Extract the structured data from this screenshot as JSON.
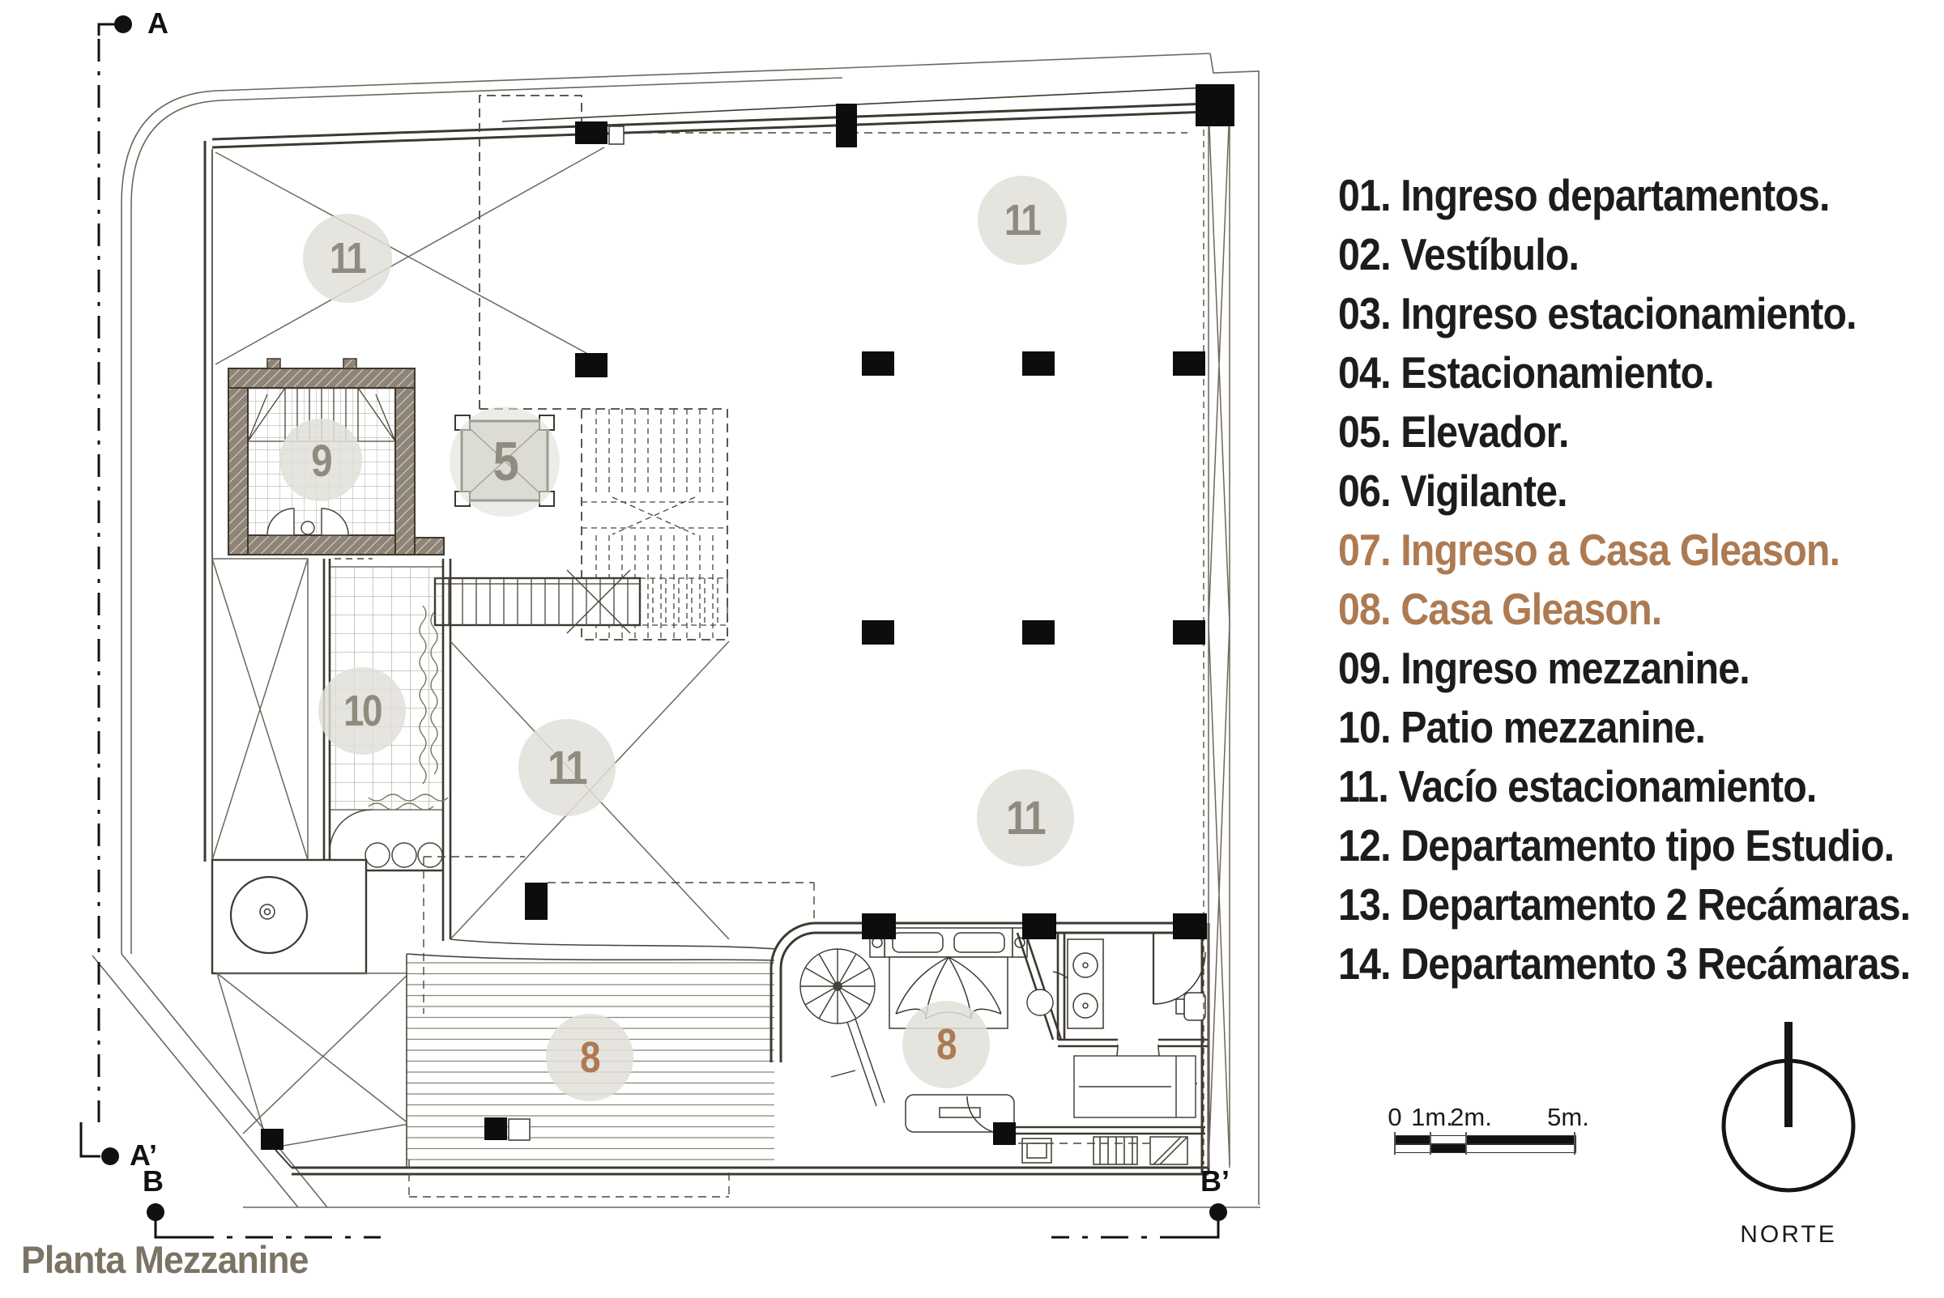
{
  "title": "Planta Mezzanine",
  "legend": {
    "items": [
      {
        "text": "01. Ingreso departamentos.",
        "accent": false
      },
      {
        "text": "02. Vestíbulo.",
        "accent": false
      },
      {
        "text": "03. Ingreso estacionamiento.",
        "accent": false
      },
      {
        "text": "04. Estacionamiento.",
        "accent": false
      },
      {
        "text": "05. Elevador.",
        "accent": false
      },
      {
        "text": "06. Vigilante.",
        "accent": false
      },
      {
        "text": "07. Ingreso a Casa Gleason.",
        "accent": true
      },
      {
        "text": "08. Casa Gleason.",
        "accent": true
      },
      {
        "text": "09. Ingreso mezzanine.",
        "accent": false
      },
      {
        "text": "10. Patio mezzanine.",
        "accent": false
      },
      {
        "text": "11. Vacío estacionamiento.",
        "accent": false
      },
      {
        "text": "12. Departamento tipo Estudio.",
        "accent": false
      },
      {
        "text": "13. Departamento 2 Recámaras.",
        "accent": false
      },
      {
        "text": "14. Departamento 3 Recámaras.",
        "accent": false
      }
    ]
  },
  "plan_badges": [
    {
      "num": "11"
    },
    {
      "num": "11"
    },
    {
      "num": "9"
    },
    {
      "num": "5"
    },
    {
      "num": "10"
    },
    {
      "num": "11"
    },
    {
      "num": "11"
    },
    {
      "num": "8"
    },
    {
      "num": "8"
    }
  ],
  "section_markers": {
    "a": "A",
    "a_prime": "A’",
    "b": "B",
    "b_prime": "B’"
  },
  "scale_bar": {
    "labels": [
      "0",
      "1m.",
      "2m.",
      "5m."
    ]
  },
  "north": {
    "label": "NORTE"
  },
  "colors": {
    "accent": "#ad7a52",
    "badge_fill": "rgba(224,223,216,0.85)",
    "badge_number": "#8e8b7f",
    "title": "#7b7465"
  }
}
